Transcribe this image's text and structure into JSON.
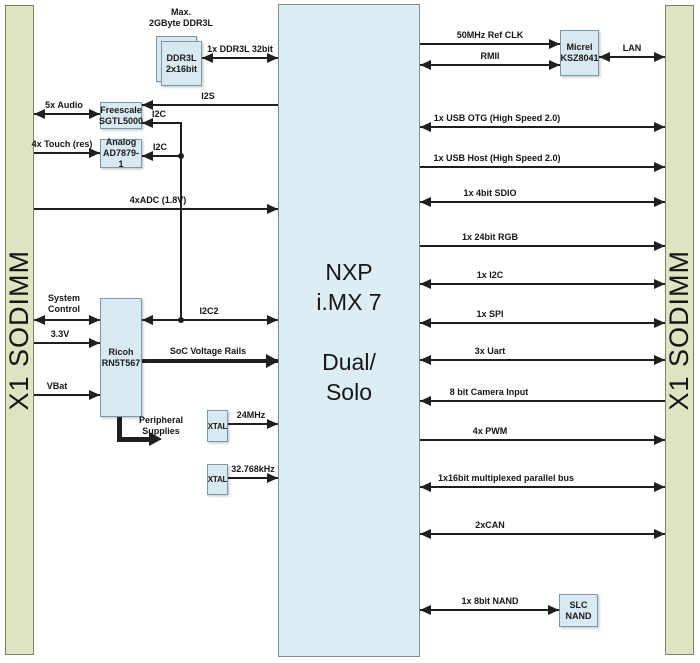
{
  "colors": {
    "bar_fill": "#dce4c2",
    "bar_border": "#7e8468",
    "block_fill": "#d8e9f1",
    "block_border": "#7b97a8",
    "soc_fill": "#dcedf3",
    "soc_border": "#898989",
    "line": "#1f1f1f"
  },
  "bars": {
    "left_label": "X1 SODIMM",
    "right_label": "X1 SODIMM"
  },
  "soc": {
    "title": "NXP\ni.MX 7\n\nDual/\nSolo"
  },
  "blocks": {
    "ddr3l_note": "Max.\n2GByte DDR3L",
    "ddr3l": "DDR3L\n2x16bit",
    "audio_codec": "Freescale\nSGTL5000",
    "touch_controller": "Analog\nAD7879-1",
    "pmic": "Ricoh\nRN5T567",
    "xtal_24mhz": "XTAL",
    "xtal_32khz": "XTAL",
    "ethernet_phy": "Micrel\nKSZ8041",
    "nand_flash": "SLC\nNAND"
  },
  "connections": {
    "ddr3l": "1x DDR3L 32bit",
    "i2s": "I2S",
    "audio": "5x Audio",
    "i2c_audio": "I2C",
    "touch": "4x Touch (res)",
    "i2c_touch": "I2C",
    "adc": "4xADC (1.8V)",
    "system_control": "System\nControl",
    "i2c2": "I2C2",
    "rail_3v3": "3.3V",
    "vbat": "VBat",
    "soc_voltage_rails": "SoC Voltage Rails",
    "peripheral_supplies": "Peripheral\nSupplies",
    "clk_24mhz": "24MHz",
    "clk_32khz": "32.768kHz",
    "ref_clk": "50MHz Ref CLK",
    "rmii": "RMII",
    "lan": "LAN",
    "usb_otg": "1x USB OTG (High Speed 2.0)",
    "usb_host": "1x USB Host (High Speed 2.0)",
    "sdio": "1x 4bit SDIO",
    "rgb": "1x 24bit RGB",
    "i2c": "1x I2C",
    "spi": "1x SPI",
    "uart": "3x Uart",
    "camera": "8 bit Camera Input",
    "pwm": "4x PWM",
    "parallel_bus": "1x16bit multiplexed parallel bus",
    "can": "2xCAN",
    "nand": "1x 8bit NAND"
  }
}
